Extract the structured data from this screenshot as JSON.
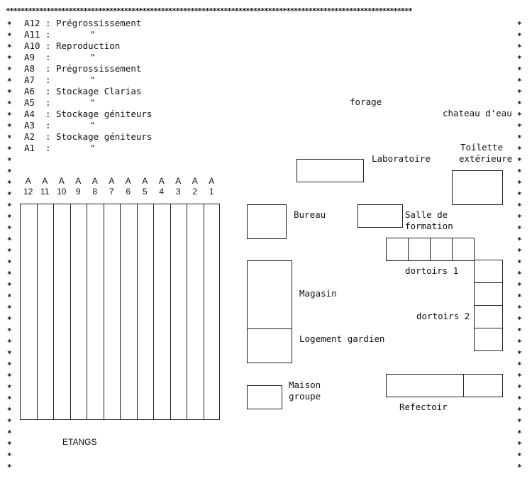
{
  "border_char": "*",
  "legend": [
    {
      "code": "A12",
      "sep": ":",
      "use": "Prégrossissement"
    },
    {
      "code": "A11",
      "sep": ":",
      "use": "\""
    },
    {
      "code": "A10",
      "sep": ":",
      "use": "Reproduction"
    },
    {
      "code": "A9",
      "sep": ":",
      "use": "\""
    },
    {
      "code": "A8",
      "sep": ":",
      "use": "Prégrossissement"
    },
    {
      "code": "A7",
      "sep": ":",
      "use": "\""
    },
    {
      "code": "A6",
      "sep": ":",
      "use": "Stockage Clarias"
    },
    {
      "code": "A5",
      "sep": ":",
      "use": "\""
    },
    {
      "code": "A4",
      "sep": ":",
      "use": "Stockage géniteurs"
    },
    {
      "code": "A3",
      "sep": ":",
      "use": "\""
    },
    {
      "code": "A2",
      "sep": ":",
      "use": "Stockage géniteurs"
    },
    {
      "code": "A1",
      "sep": ":",
      "use": "\""
    }
  ],
  "ponds": {
    "letter": "A",
    "numbers": [
      "12",
      "11",
      "10",
      "9",
      "8",
      "7",
      "6",
      "5",
      "4",
      "3",
      "2",
      "1"
    ],
    "label": "ETANGS"
  },
  "buildings": {
    "forage": "forage",
    "chateau": "chateau d'eau",
    "toilette_1": "Toilette",
    "toilette_2": "extérieure",
    "laboratoire": "Laboratoire",
    "bureau": "Bureau",
    "salle_1": "Salle de",
    "salle_2": "formation",
    "dortoirs1": "dortoirs 1",
    "dortoirs2": "dortoirs 2",
    "magasin": "Magasin",
    "logement": "Logement gardien",
    "maison_1": "Maison",
    "maison_2": "groupe",
    "refectoir": "Refectoir"
  }
}
